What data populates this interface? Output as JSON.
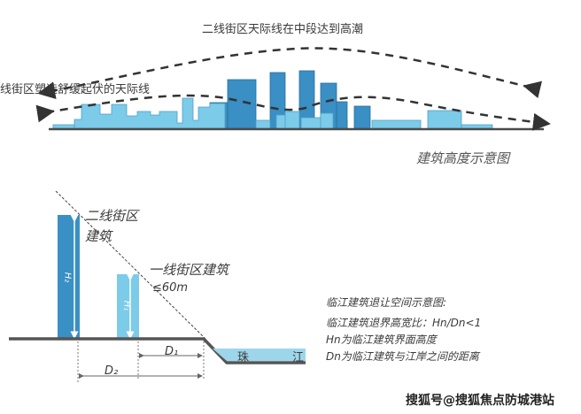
{
  "skyline": {
    "title_upper": "二线街区天际线在中段达到高潮",
    "title_lower": "线街区塑造舒缓起伏的天际线",
    "caption": "建筑高度示意图"
  },
  "section": {
    "tall_label_1": "二线街区",
    "tall_label_2": "建筑",
    "short_label": "一线街区建筑",
    "height_limit": "≤60m",
    "h2": "H₂",
    "h1": "H₁",
    "d2": "D₂",
    "d1": "D₁",
    "river_1": "珠",
    "river_2": "江"
  },
  "legend": {
    "title": "临江建筑退让空间示意图:",
    "line1": "临江建筑退界高宽比：Hn/Dn<1",
    "line2": "Hn为临江建筑界面高度",
    "line3": "Dn为临江建筑与江岸之间的距离"
  },
  "watermark": "搜狐号@搜狐焦点防城港站",
  "colors": {
    "light_blue": "#7ccbe9",
    "dark_blue": "#3a8fc4",
    "ground": "#4a4a4a"
  }
}
